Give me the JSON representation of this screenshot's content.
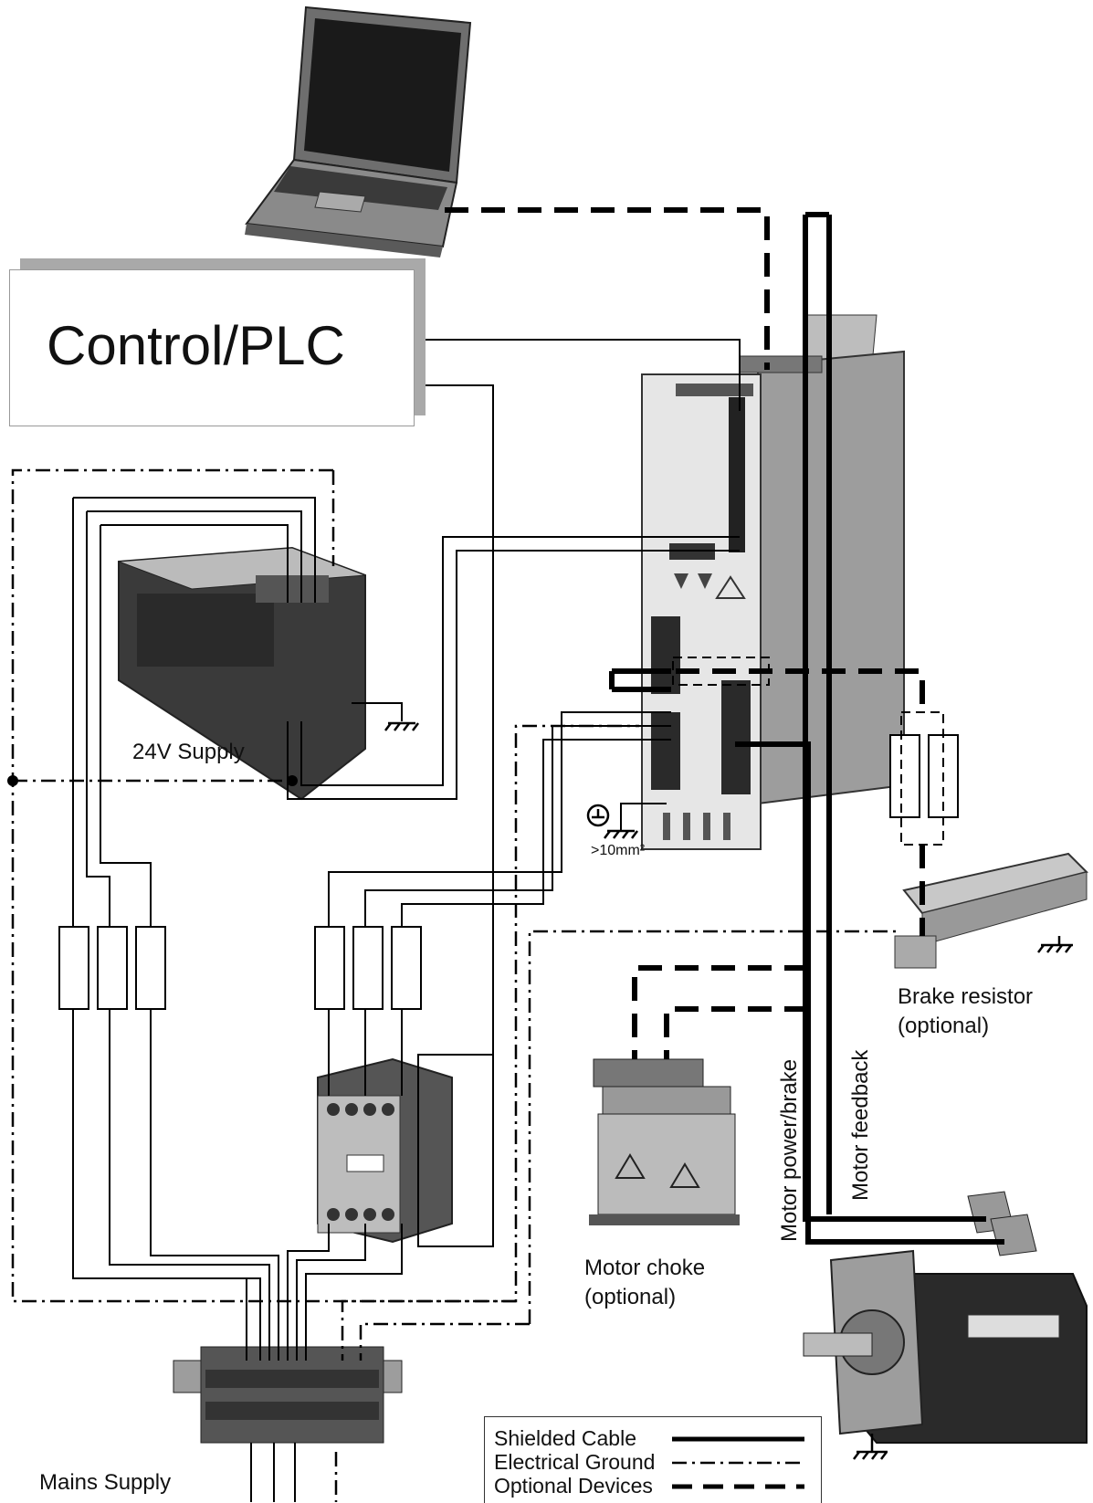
{
  "plc": {
    "label": "Control/PLC"
  },
  "supply_24v": {
    "label": "24V Supply"
  },
  "ground": {
    "label": ">10mm²"
  },
  "brake_resistor": {
    "label_line1": "Brake resistor",
    "label_line2": "(optional)"
  },
  "motor_choke": {
    "label_line1": "Motor choke",
    "label_line2": "(optional)"
  },
  "motor_power": {
    "label": "Motor power/brake"
  },
  "motor_feedback": {
    "label": "Motor feedback"
  },
  "mains": {
    "label": "Mains Supply"
  },
  "legend": {
    "shielded": "Shielded Cable",
    "ground": "Electrical Ground",
    "optional": "Optional Devices"
  }
}
